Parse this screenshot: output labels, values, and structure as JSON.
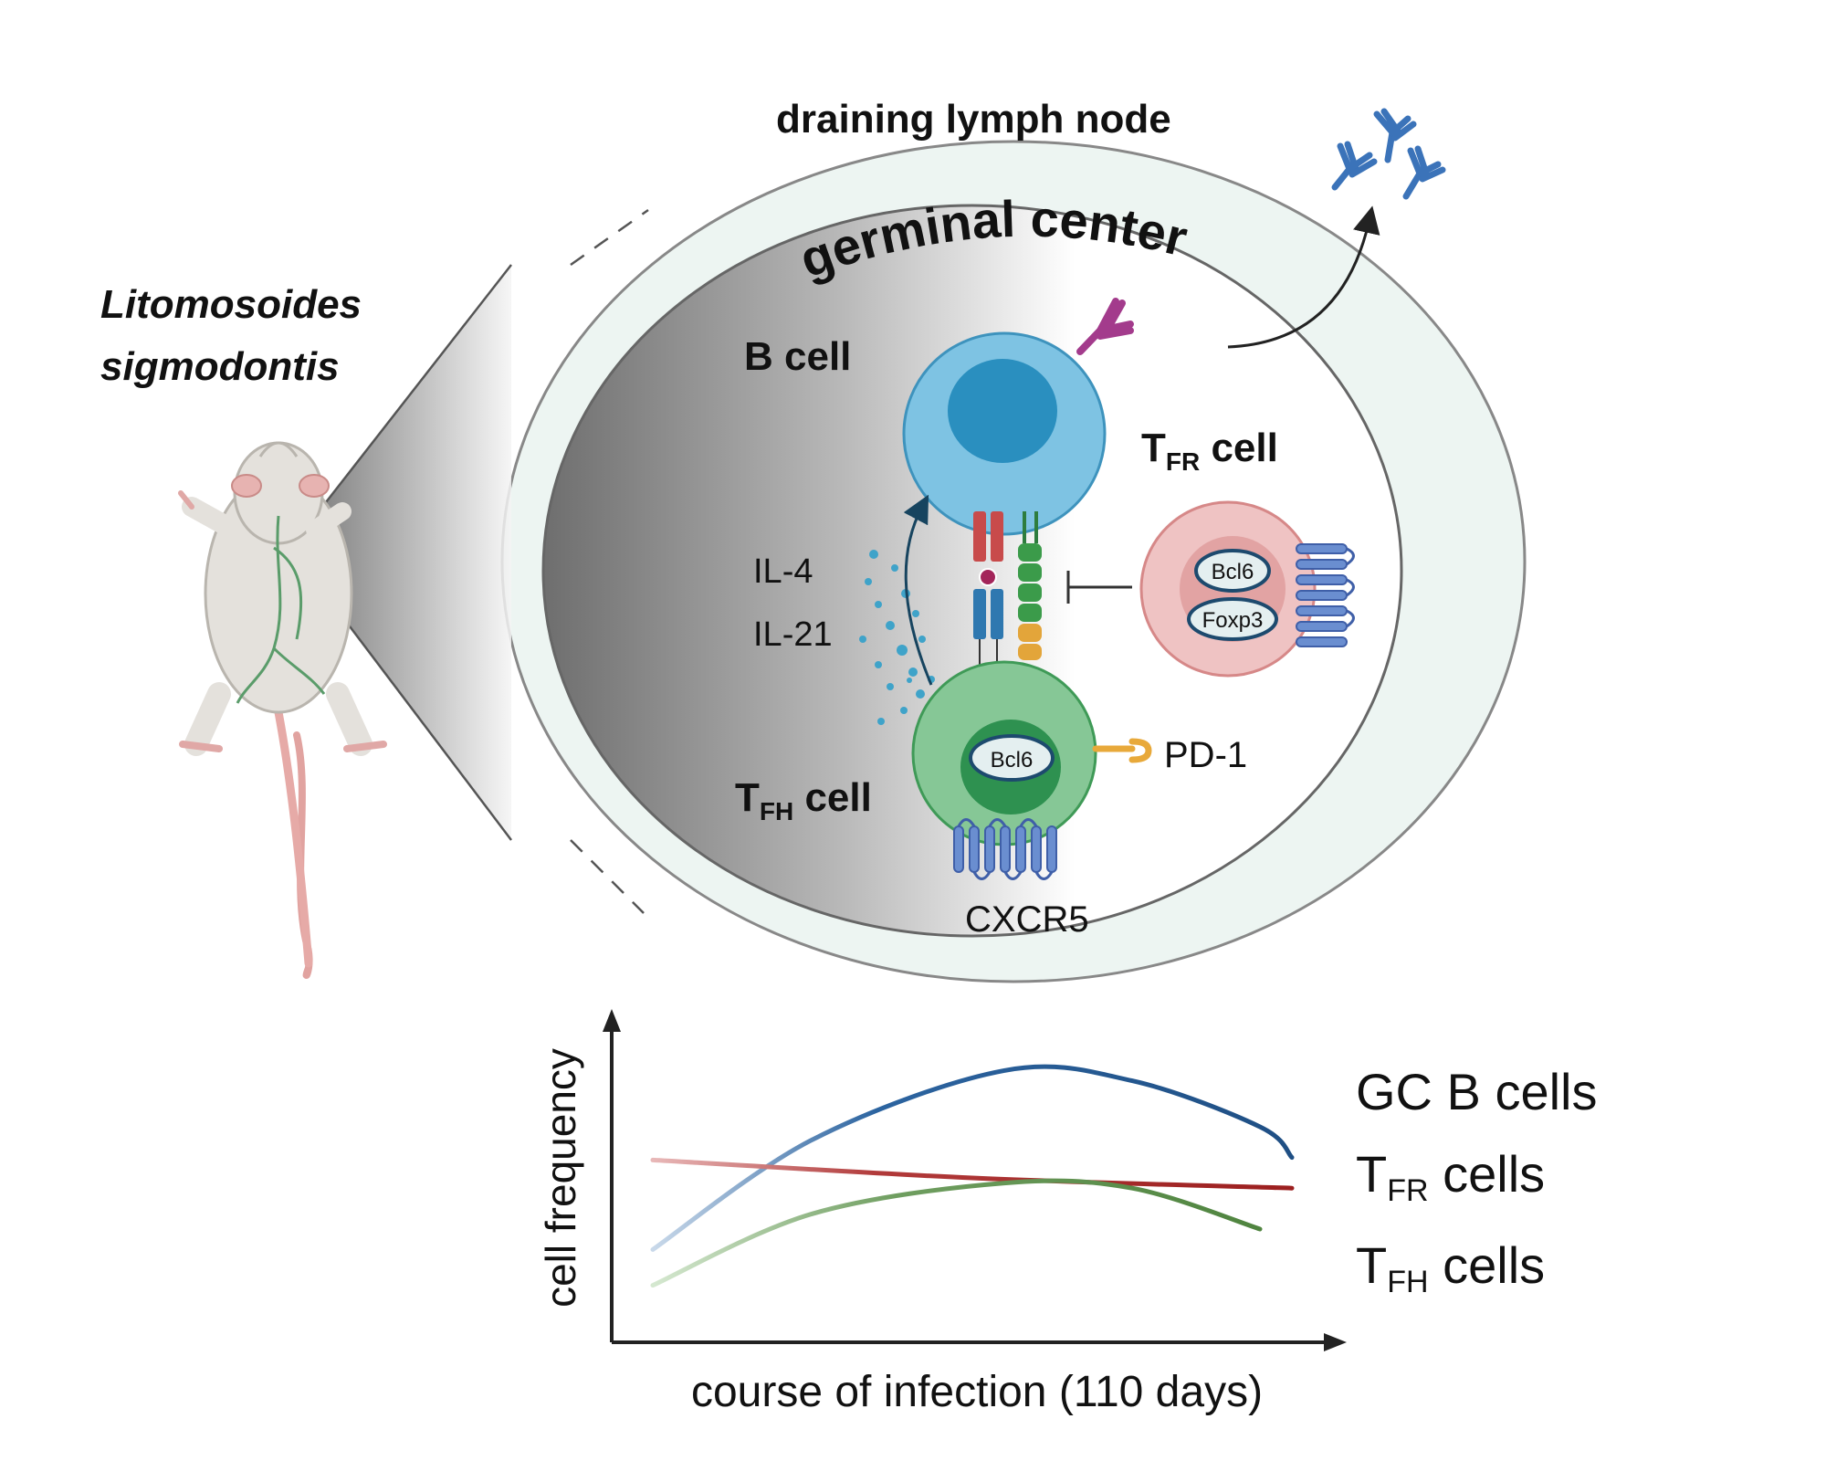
{
  "organism": {
    "line1": "Litomosoides",
    "line2": "sigmodontis"
  },
  "lymph_node": {
    "title": "draining lymph node",
    "germinal_center": "germinal center"
  },
  "cells": {
    "b_cell": "B cell",
    "tfr": {
      "main": "T",
      "sub": "FR",
      "suffix": " cell"
    },
    "tfh": {
      "main": "T",
      "sub": "FH",
      "suffix": " cell"
    }
  },
  "cytokines": {
    "il4": "IL-4",
    "il21": "IL-21"
  },
  "markers": {
    "pd1": "PD-1",
    "cxcr5": "CXCR5",
    "bcl6_tfh": "Bcl6",
    "bcl6_tfr": "Bcl6",
    "foxp3": "Foxp3"
  },
  "colors": {
    "b_cell": "#7ec3e3",
    "b_cell_nucleus": "#2a8fbf",
    "tfh": "#86c796",
    "tfh_nucleus": "#2e9150",
    "tfr": "#efc3c3",
    "tfr_nucleus": "#e2a3a3",
    "antibody": "#3b73b9",
    "bcr": "#a33b8c",
    "receptor": "#6a8ed0",
    "pd1": "#e8a93a"
  },
  "icons": [
    "mouse-icon",
    "antibody-icon",
    "cxcr5-receptor-icon",
    "pd1-icon",
    "inhibition-icon"
  ],
  "chart_data": {
    "type": "line",
    "xlabel": "course of infection (110 days)",
    "ylabel": "cell frequency",
    "ylim": [
      0,
      1
    ],
    "xlim": [
      0,
      1
    ],
    "series": [
      {
        "key": "gcb",
        "name": "GC B cells",
        "color": "#1f5a96",
        "x": [
          0.0,
          0.25,
          0.55,
          0.75,
          0.95,
          1.0
        ],
        "y": [
          0.22,
          0.65,
          0.92,
          0.88,
          0.7,
          0.58
        ]
      },
      {
        "key": "tfr",
        "name": "TFR cells",
        "color": "#a52a2a",
        "x": [
          0.0,
          0.5,
          1.0
        ],
        "y": [
          0.57,
          0.5,
          0.46
        ]
      },
      {
        "key": "tfh",
        "name": "TFH cells",
        "color": "#5a8f4e",
        "x": [
          0.0,
          0.25,
          0.55,
          0.75,
          0.95
        ],
        "y": [
          0.08,
          0.36,
          0.48,
          0.46,
          0.3
        ]
      }
    ],
    "legend": [
      {
        "main": "GC B cells",
        "sub": "",
        "suffix": "",
        "color": "#3b6fb3"
      },
      {
        "main": "T",
        "sub": "FR",
        "suffix": " cells",
        "color": "#b24a4e"
      },
      {
        "main": "T",
        "sub": "FH",
        "suffix": " cells",
        "color": "#5a8f4e"
      }
    ]
  }
}
